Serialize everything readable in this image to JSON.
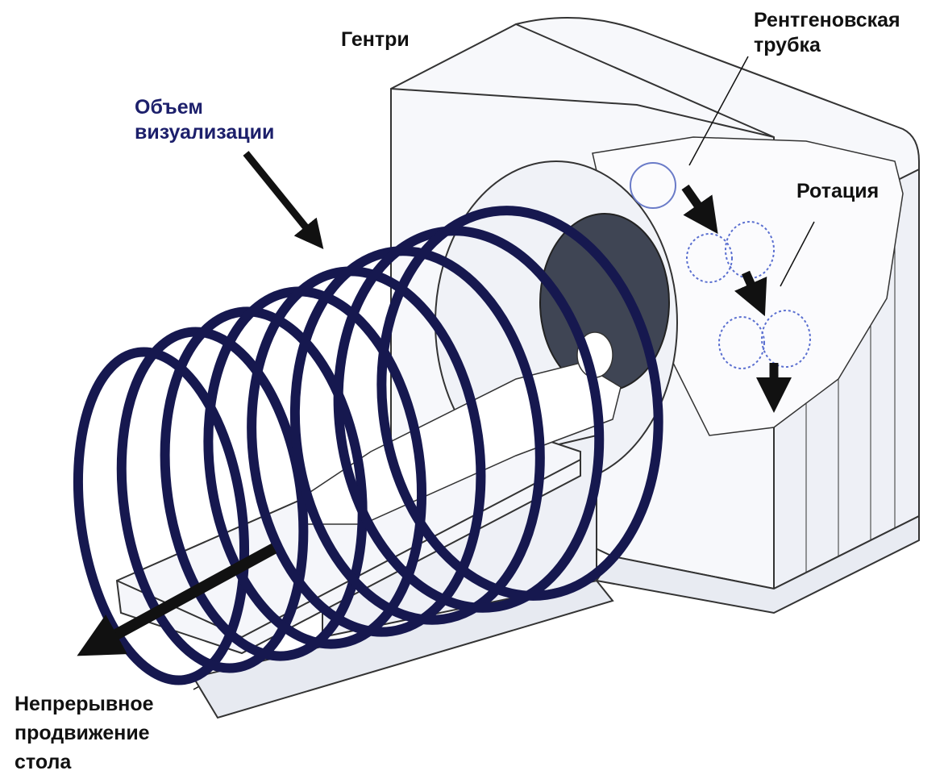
{
  "labels": {
    "gantry": "Гентри",
    "xray_tube_line1": "Рентгеновская",
    "xray_tube_line2": "трубка",
    "imaging_volume_line1": "Объем",
    "imaging_volume_line2": "визуализации",
    "rotation": "Ротация",
    "table_motion_line1": "Непрерывное",
    "table_motion_line2": "продвижение",
    "table_motion_line3": "стола"
  },
  "colors": {
    "helix": "#16184f",
    "label_blue": "#1c1f6b",
    "tube_dots": "#5a6fd0",
    "outline": "#333333"
  }
}
